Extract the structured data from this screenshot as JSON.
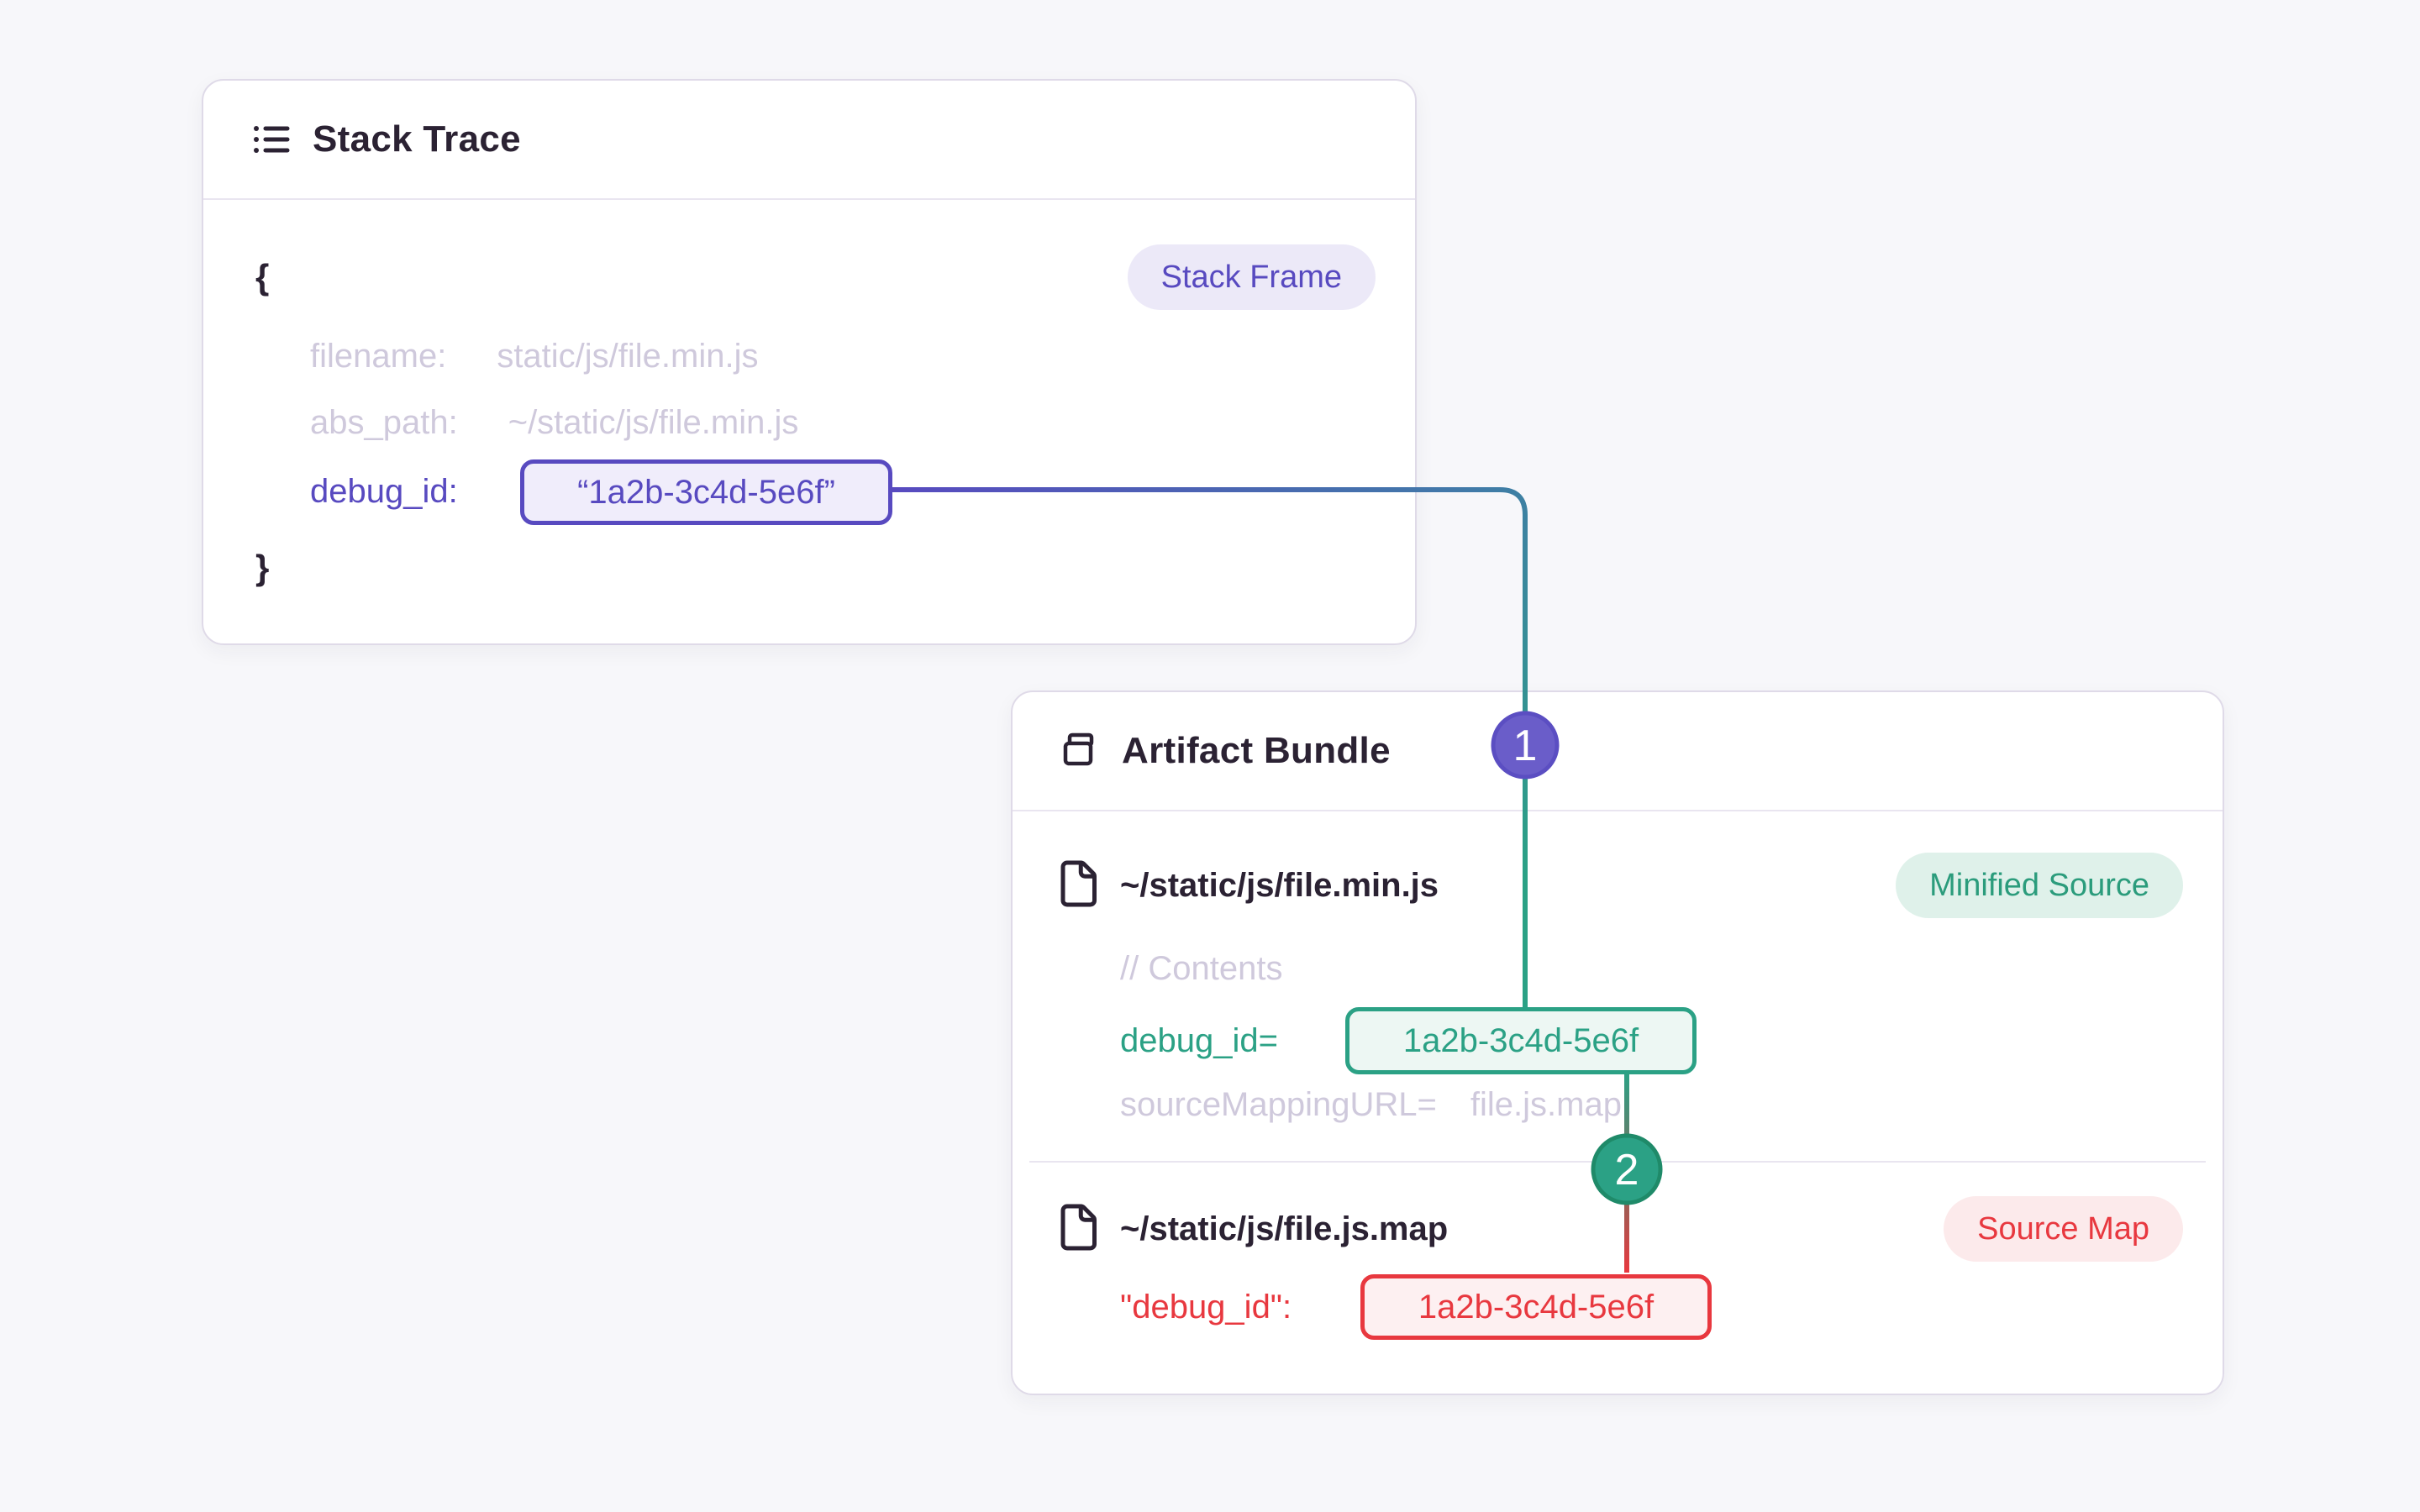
{
  "colors": {
    "purple": "#584AC0",
    "green": "#2BA185",
    "red": "#E8383F",
    "dark_text": "#2B2233",
    "muted_text": "#CFC9DC",
    "card_border": "#DFDAE8",
    "page_background": "#F7F7FA",
    "step1_fill": "#6A5DC9",
    "step2_fill": "#2BA185"
  },
  "stack_trace": {
    "title": "Stack Trace",
    "frame_badge": "Stack Frame",
    "brace_open": "{",
    "brace_close": "}",
    "filename_label": "filename:",
    "filename_value": "static/js/file.min.js",
    "abs_path_label": "abs_path:",
    "abs_path_value": "~/static/js/file.min.js",
    "debug_id_label": "debug_id:",
    "debug_id_value": "“1a2b-3c4d-5e6f”"
  },
  "artifact_bundle": {
    "title": "Artifact Bundle",
    "minified": {
      "filename": "~/static/js/file.min.js",
      "badge": "Minified Source",
      "comment": "// Contents",
      "debug_id_label": "debug_id=",
      "debug_id_value": "1a2b-3c4d-5e6f",
      "source_mapping_label": "sourceMappingURL=",
      "source_mapping_value": "file.js.map"
    },
    "source_map": {
      "filename": "~/static/js/file.js.map",
      "badge": "Source Map",
      "debug_id_label": "\"debug_id\":",
      "debug_id_value": "1a2b-3c4d-5e6f"
    }
  },
  "connectors": {
    "step_1": "1",
    "step_2": "2"
  }
}
